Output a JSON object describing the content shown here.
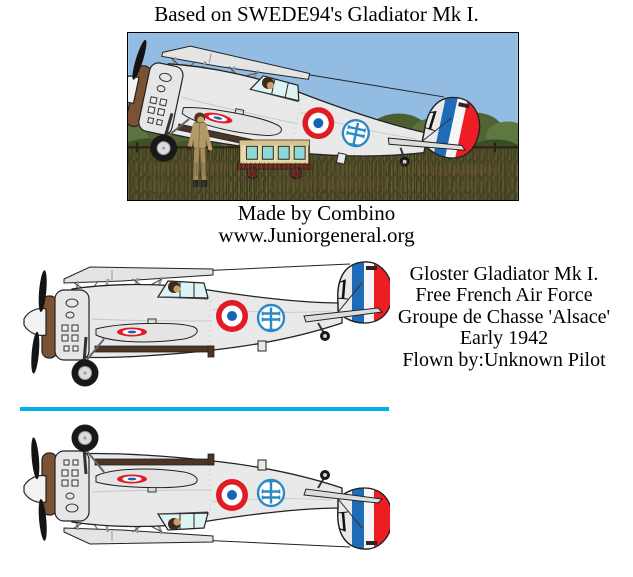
{
  "header": {
    "title": "Based on SWEDE94's Gladiator Mk I."
  },
  "credits": {
    "line1": "Made by Combino",
    "line2": "www.Juniorgeneral.org"
  },
  "info_block": {
    "lines": [
      "Gloster Gladiator Mk I.",
      "Free French Air Force",
      "Groupe de Chasse 'Alsace'",
      "Early 1942",
      "Flown by:Unknown Pilot"
    ]
  },
  "aircraft": {
    "tail_number": "1"
  },
  "colors": {
    "divider_cyan": "#00aeec",
    "sky": "#92bce2",
    "grass": "#4e4b28",
    "fuselage": "#e9e9e9",
    "cowling_brown": "#7b5233",
    "roundel_red": "#e01b24",
    "roundel_blue": "#1565b4",
    "cross_lorraine_blue": "#2b8ac6",
    "tail_blue": "#1e6cb8",
    "tail_red": "#ee1c23"
  }
}
